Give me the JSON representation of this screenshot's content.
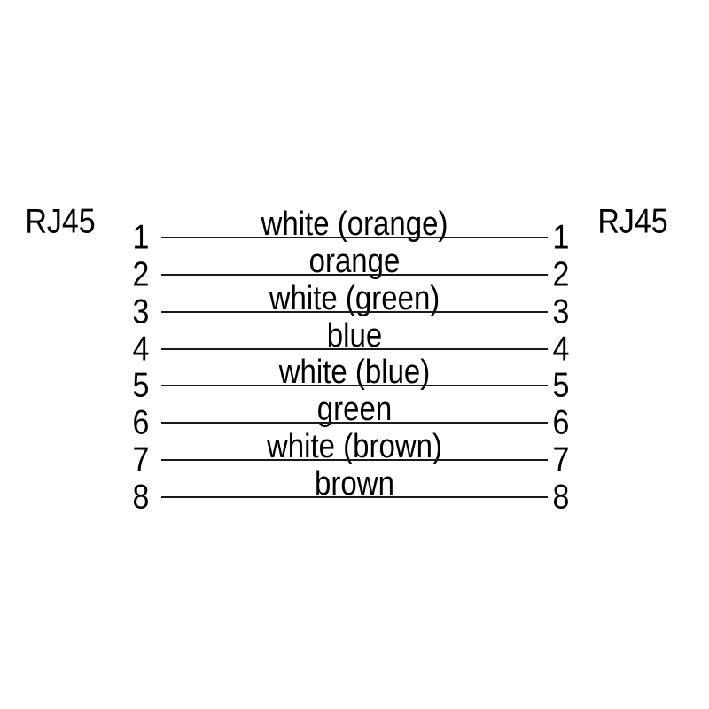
{
  "connectors": {
    "left": "RJ45",
    "right": "RJ45"
  },
  "wires": [
    {
      "pin": "1",
      "label": "white (orange)"
    },
    {
      "pin": "2",
      "label": "orange"
    },
    {
      "pin": "3",
      "label": "white (green)"
    },
    {
      "pin": "4",
      "label": "blue"
    },
    {
      "pin": "5",
      "label": "white (blue)"
    },
    {
      "pin": "6",
      "label": "green"
    },
    {
      "pin": "7",
      "label": "white (brown)"
    },
    {
      "pin": "8",
      "label": "brown"
    }
  ],
  "colors": {
    "line": "#1a1a1a",
    "text": "#000000",
    "background": "#ffffff"
  }
}
